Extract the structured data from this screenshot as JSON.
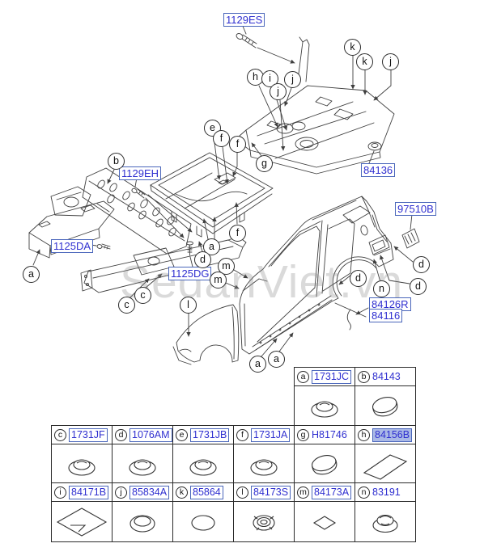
{
  "colors": {
    "part_number_blue": "#2f2fd0",
    "label_box_border": "#4a66bb",
    "highlight_fill": "#aab9e6",
    "line_art": "#3f3f3f",
    "watermark_gray": "#8e8e8e"
  },
  "watermark": {
    "text": "SedanViet.vn"
  },
  "diagram": {
    "part_labels": [
      {
        "text": "1129ES"
      },
      {
        "text": "1129EH"
      },
      {
        "text": "84136"
      },
      {
        "text": "97510B"
      },
      {
        "text": "1125DA"
      },
      {
        "text": "1125DG"
      },
      {
        "text": "84126R"
      },
      {
        "text": "84116"
      }
    ],
    "callouts": [
      {
        "letter": "h"
      },
      {
        "letter": "i"
      },
      {
        "letter": "j"
      },
      {
        "letter": "j"
      },
      {
        "letter": "k"
      },
      {
        "letter": "k"
      },
      {
        "letter": "j"
      },
      {
        "letter": "b"
      },
      {
        "letter": "e"
      },
      {
        "letter": "f"
      },
      {
        "letter": "f"
      },
      {
        "letter": "g"
      },
      {
        "letter": "f"
      },
      {
        "letter": "a"
      },
      {
        "letter": "d"
      },
      {
        "letter": "m"
      },
      {
        "letter": "m"
      },
      {
        "letter": "a"
      },
      {
        "letter": "c"
      },
      {
        "letter": "c"
      },
      {
        "letter": "l"
      },
      {
        "letter": "a"
      },
      {
        "letter": "a"
      },
      {
        "letter": "d"
      },
      {
        "letter": "d"
      },
      {
        "letter": "d"
      },
      {
        "letter": "n"
      }
    ]
  },
  "table": {
    "rows": [
      {
        "cells": [
          {
            "letter": "a",
            "part": "1731JC",
            "boxed": true,
            "shape": "dome"
          },
          {
            "letter": "b",
            "part": "84143",
            "boxed": false,
            "shape": "cap"
          }
        ]
      },
      {
        "cells": [
          {
            "letter": "c",
            "part": "1731JF",
            "boxed": true,
            "shape": "dome"
          },
          {
            "letter": "d",
            "part": "1076AM",
            "boxed": true,
            "shape": "dome"
          },
          {
            "letter": "e",
            "part": "1731JB",
            "boxed": true,
            "shape": "dome"
          },
          {
            "letter": "f",
            "part": "1731JA",
            "boxed": true,
            "shape": "dome"
          },
          {
            "letter": "g",
            "part": "H81746",
            "boxed": false,
            "shape": "cap"
          },
          {
            "letter": "h",
            "part": "84156B",
            "boxed": true,
            "highlighted": true,
            "shape": "strip"
          }
        ]
      },
      {
        "cells": [
          {
            "letter": "i",
            "part": "84171B",
            "boxed": true,
            "shape": "diamond"
          },
          {
            "letter": "j",
            "part": "85834A",
            "boxed": true,
            "shape": "ring"
          },
          {
            "letter": "k",
            "part": "85864",
            "boxed": true,
            "shape": "ellipse"
          },
          {
            "letter": "l",
            "part": "84173S",
            "boxed": true,
            "shape": "swirl"
          },
          {
            "letter": "m",
            "part": "84173A",
            "boxed": true,
            "shape": "diamond-small"
          },
          {
            "letter": "n",
            "part": "83191",
            "boxed": false,
            "shape": "dome2"
          }
        ]
      }
    ]
  }
}
